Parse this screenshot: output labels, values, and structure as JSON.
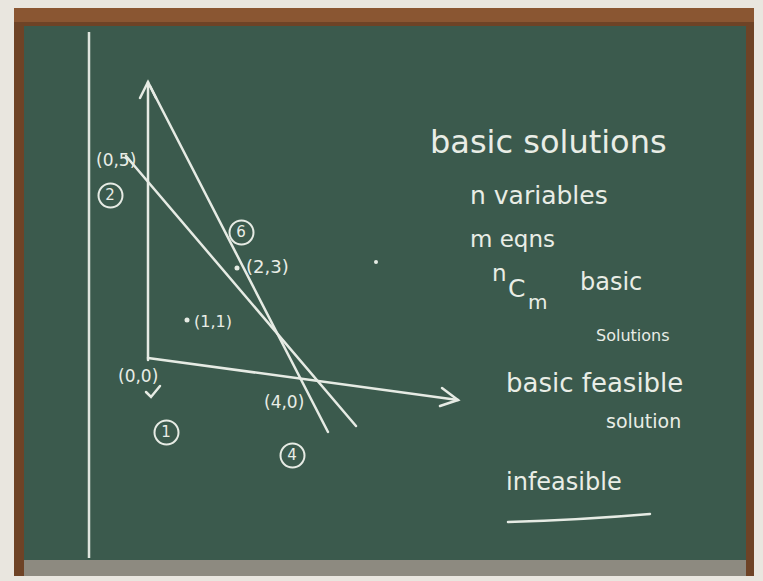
{
  "diagram": {
    "nodes": [
      {
        "text": [
          "2"
        ]
      },
      {
        "text": [
          "6"
        ]
      },
      {
        "text": [
          "1"
        ]
      },
      {
        "text": [
          "4"
        ]
      }
    ],
    "labels": [
      "(0,5)",
      "(2,3)",
      "(1,1)",
      "(0,0)",
      "(4,0)",
      "basic solutions",
      "n variables",
      "m eqns",
      "n",
      "C",
      "m",
      "basic",
      "Solutions",
      "basic feasible",
      "solution",
      "infeasible"
    ]
  }
}
